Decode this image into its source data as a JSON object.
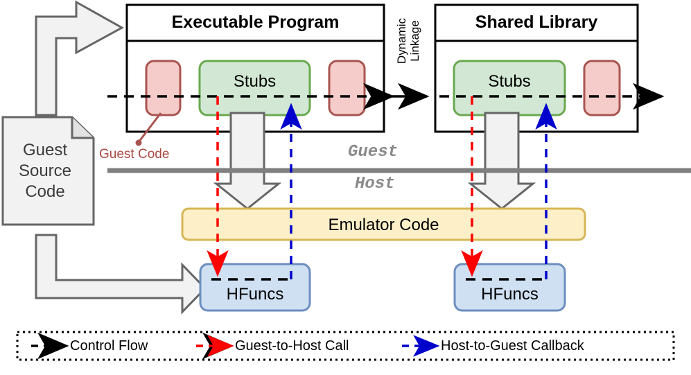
{
  "diagram": {
    "title_note": "Guest/Host emulation architecture with stubs and host functions",
    "colors": {
      "guest_code_fill": "#f5ccca",
      "guest_code_stroke": "#a85450",
      "stubs_fill": "#d2e8d4",
      "stubs_stroke": "#6aa84f",
      "emulator_fill": "#fdf0c8",
      "emulator_stroke": "#d6b656",
      "hfuncs_fill": "#cfe0f3",
      "hfuncs_stroke": "#6c8ebf",
      "document_fill": "#f2f2f2",
      "document_stroke": "#666666",
      "divider": "#7f7f7f",
      "control_flow": "#000000",
      "guest_to_host": "#ff0000",
      "host_to_guest": "#0000cc"
    }
  },
  "source": {
    "label_line1": "Guest",
    "label_line2": "Source",
    "label_line3": "Code"
  },
  "modules": [
    {
      "title": "Executable Program",
      "stub_label": "Stubs"
    },
    {
      "title": "Shared Library",
      "stub_label": "Stubs"
    }
  ],
  "linkage": {
    "line1": "Dynamic",
    "line2": "Linkage"
  },
  "annotations": {
    "guest_code": "Guest Code",
    "guest_side": "Guest",
    "host_side": "Host"
  },
  "emulator": {
    "label": "Emulator Code"
  },
  "hfuncs": [
    {
      "label": "HFuncs"
    },
    {
      "label": "HFuncs"
    }
  ],
  "legend": {
    "items": [
      {
        "label": "Control Flow",
        "color": "#000000"
      },
      {
        "label": "Guest-to-Host Call",
        "color": "#ff0000"
      },
      {
        "label": "Host-to-Guest Callback",
        "color": "#0000cc"
      }
    ]
  }
}
